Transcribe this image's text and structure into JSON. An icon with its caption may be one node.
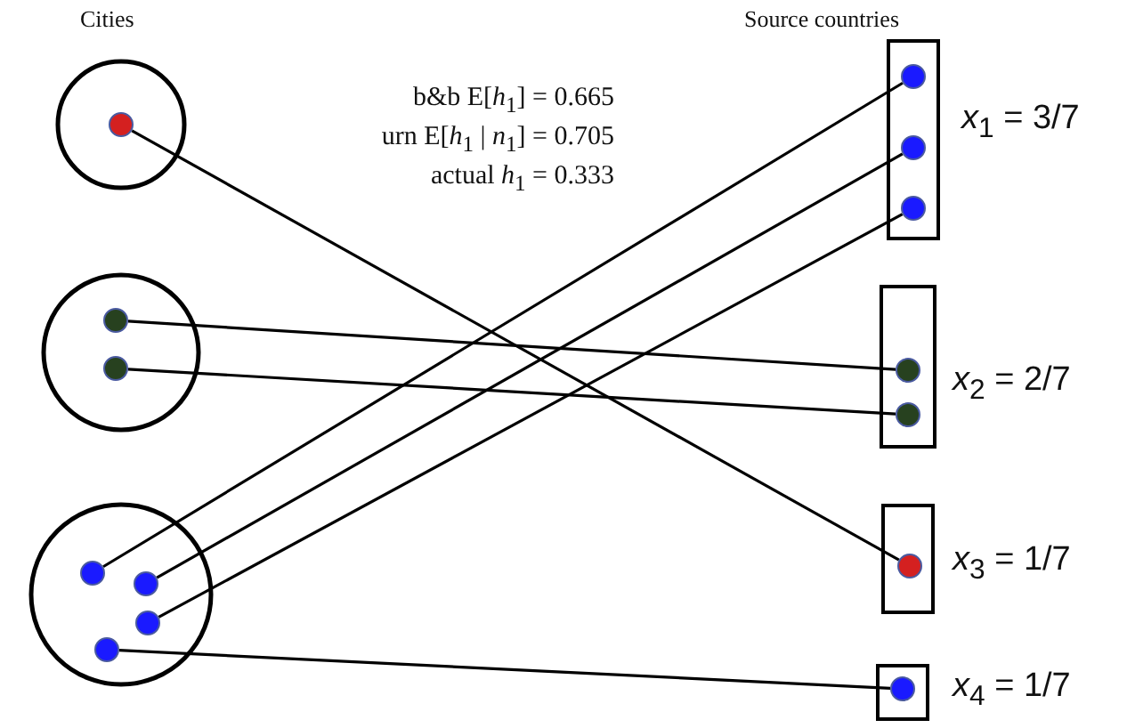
{
  "diagram": {
    "nodes": [
      {
        "text": [],
        "shape": "circle"
      },
      {
        "text": [],
        "shape": "circle",
        "in": 0
      },
      {
        "text": [],
        "shape": "circle"
      },
      {
        "text": [],
        "shape": "circle",
        "in": 2
      },
      {
        "text": [],
        "shape": "circle",
        "in": 2
      },
      {
        "text": [],
        "shape": "circle"
      },
      {
        "text": [],
        "shape": "circle",
        "in": 5
      },
      {
        "text": [],
        "shape": "circle",
        "in": 5
      },
      {
        "text": [],
        "shape": "circle",
        "in": 5
      },
      {
        "text": [],
        "shape": "circle",
        "in": 5
      },
      {
        "text": [],
        "shape": "box",
        "beside": [
          "*x*$_{1}$ = 3/7"
        ]
      },
      {
        "text": [],
        "shape": "circle",
        "in": 10
      },
      {
        "text": [],
        "shape": "circle",
        "in": 10
      },
      {
        "text": [],
        "shape": "circle",
        "in": 10
      },
      {
        "text": [],
        "shape": "box",
        "beside": [
          "*x*$_{2}$ = 2/7"
        ]
      },
      {
        "text": [],
        "shape": "circle",
        "in": 14
      },
      {
        "text": [],
        "shape": "circle",
        "in": 14
      },
      {
        "text": [],
        "shape": "box",
        "beside": [
          "*x*$_{3}$ = 1/7"
        ]
      },
      {
        "text": [],
        "shape": "circle",
        "in": 17
      },
      {
        "text": [],
        "shape": "box",
        "beside": [
          "*x*$_{4}$ = 1/7"
        ]
      },
      {
        "text": [],
        "shape": "circle",
        "in": 19
      }
    ],
    "edges": [
      {
        "from": 1,
        "to": 18,
        "arrow": "none"
      },
      {
        "from": 3,
        "to": 15,
        "arrow": "none"
      },
      {
        "from": 4,
        "to": 16,
        "arrow": "none"
      },
      {
        "from": 6,
        "to": 11,
        "arrow": "none"
      },
      {
        "from": 7,
        "to": 12,
        "arrow": "none"
      },
      {
        "from": 8,
        "to": 13,
        "arrow": "none"
      },
      {
        "from": 9,
        "to": 20,
        "arrow": "none"
      }
    ],
    "labels": [
      "Cities",
      "Source countries",
      "b&b E[*h*$_{1}$] = 0.665",
      "urn E[*h*$_{1}$ | *n*$_{1}$] = 0.705",
      "actual *h*$_{1}$ = 0.333"
    ]
  }
}
